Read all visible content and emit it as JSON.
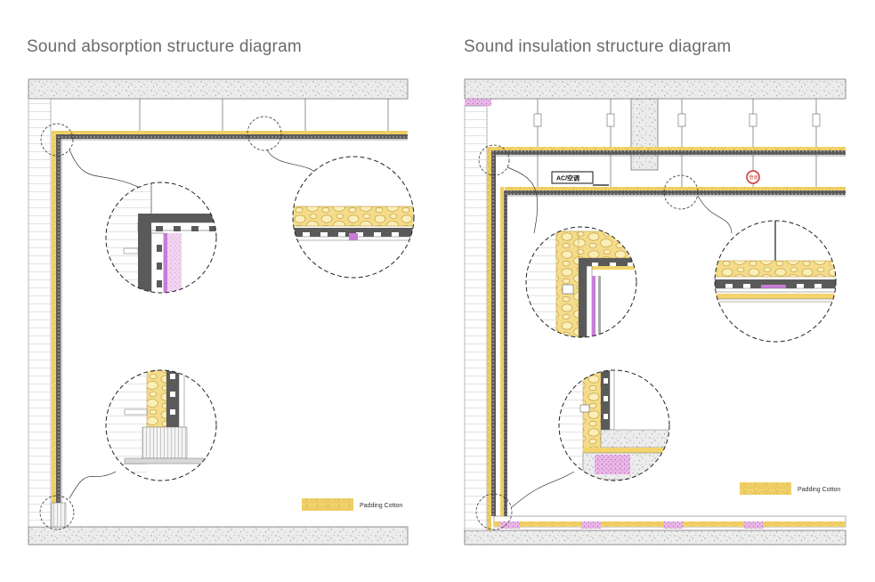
{
  "titles": {
    "left": "Sound absorption structure diagram",
    "right": "Sound insulation structure diagram"
  },
  "legend": {
    "left": "Padding Cotton",
    "right": "Padding Cotton"
  },
  "labels": {
    "ac": "AC/空调",
    "pipe": "管道"
  },
  "colors": {
    "padding_cotton": "#f2cc5c",
    "concrete": "#e8e8e8",
    "panel_dark": "#5a5a5a",
    "accent_purple": "#c77dd6",
    "pipe_red": "#d0312d"
  }
}
